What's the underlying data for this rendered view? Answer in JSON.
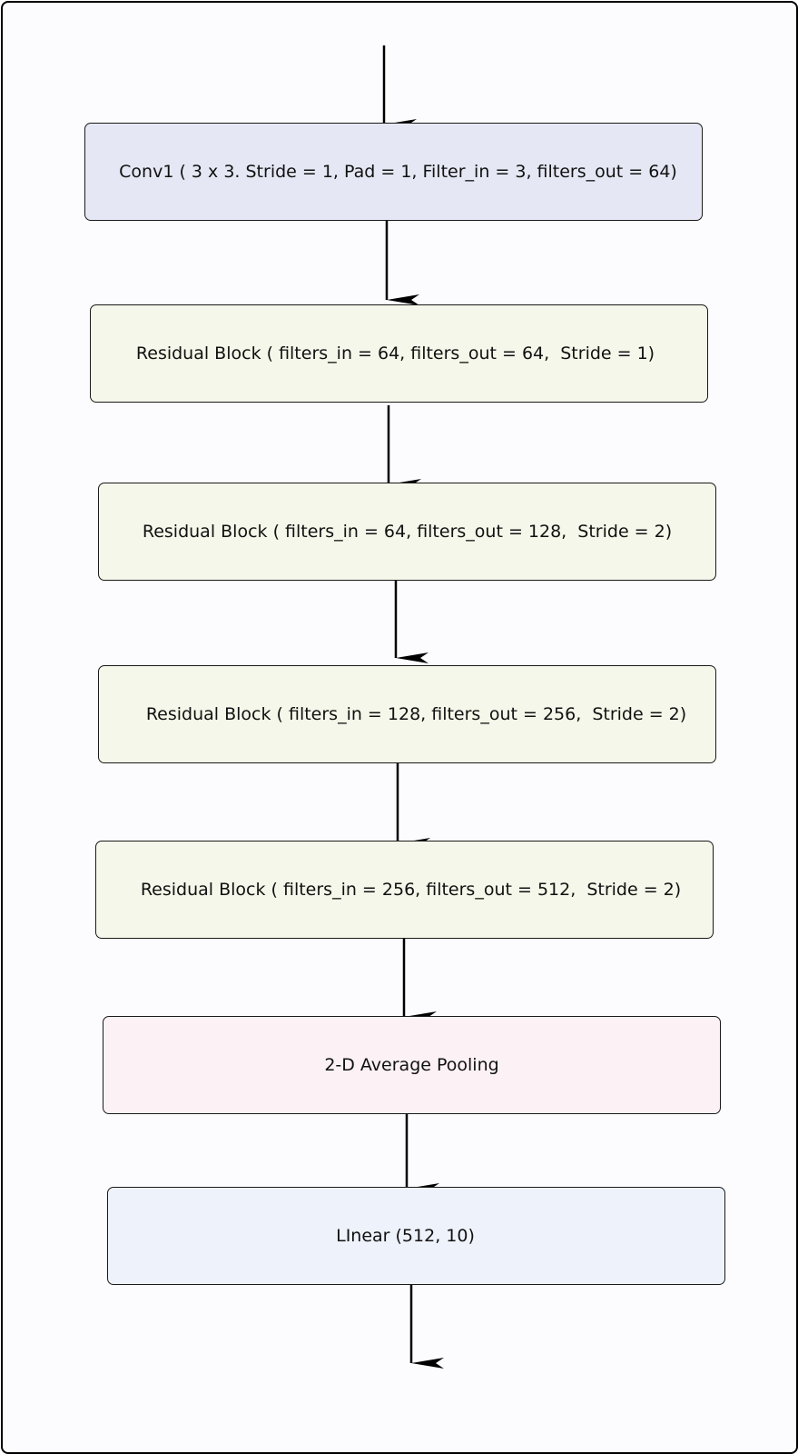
{
  "diagram": {
    "colors": {
      "conv": "#e5e8f4",
      "residual": "#f4f7e9",
      "pooling": "#fcf1f5",
      "linear": "#eef2fa",
      "arrow": "#000000",
      "border": "#1a1a1a"
    },
    "blocks": [
      {
        "id": "conv1",
        "label": "Conv1 ( 3 x 3. Stride = 1, Pad = 1, Filter_in = 3, filters_out = 64)"
      },
      {
        "id": "residual-1",
        "label": "Residual Block ( filters_in = 64, filters_out = 64,  Stride = 1)"
      },
      {
        "id": "residual-2",
        "label": "Residual Block ( filters_in = 64, filters_out = 128,  Stride = 2)"
      },
      {
        "id": "residual-3",
        "label": "Residual Block ( filters_in = 128, filters_out = 256,  Stride = 2)"
      },
      {
        "id": "residual-4",
        "label": "Residual Block ( filters_in = 256, filters_out = 512,  Stride = 2)"
      },
      {
        "id": "pooling",
        "label": "2-D Average Pooling"
      },
      {
        "id": "linear",
        "label": "LInear (512, 10)"
      }
    ]
  }
}
